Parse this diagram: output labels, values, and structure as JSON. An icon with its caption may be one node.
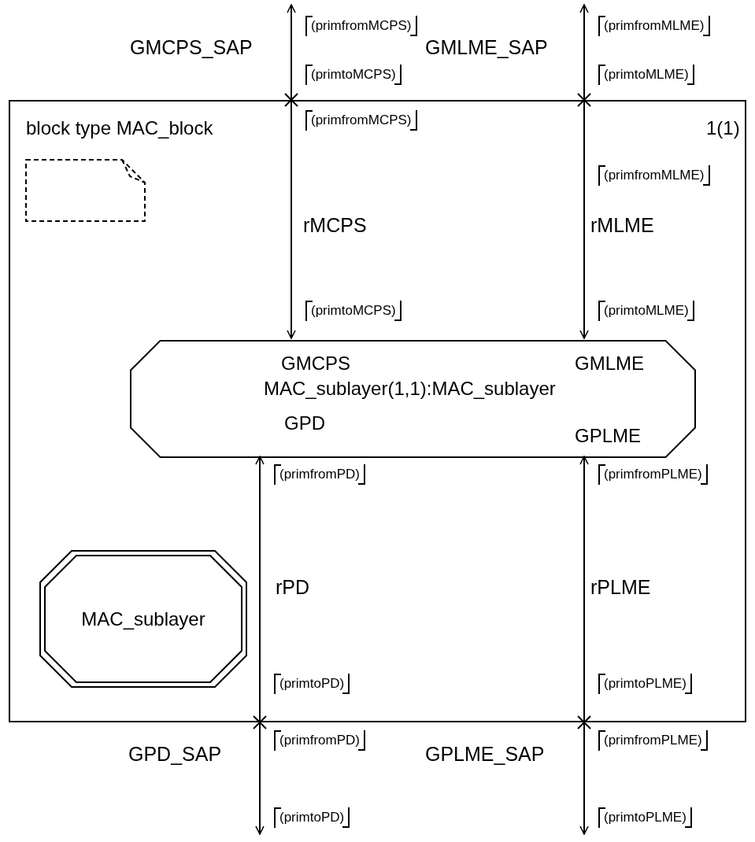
{
  "diagram": {
    "nodes": [
      {
        "text": [
          "block type MAC_block",
          "1(1)"
        ]
      },
      {
        "text": [],
        "shape": "note",
        "in": 0
      },
      {
        "text": [
          "GMCPS",
          "GMLME",
          "MAC_sublayer(1,1):MAC_sublayer",
          "GPD",
          "GPLME"
        ],
        "in": 0
      },
      {
        "text": [
          "MAC_sublayer"
        ],
        "in": 0
      }
    ],
    "edges": [
      {
        "from": 0,
        "to": null,
        "arrow": "to",
        "label": "GMCPS_SAP"
      },
      {
        "from": 0,
        "to": null,
        "arrow": "to",
        "label": "GMLME_SAP"
      },
      {
        "from": 0,
        "to": 2,
        "arrow": "to",
        "label": "rMCPS"
      },
      {
        "from": 0,
        "to": 2,
        "arrow": "to",
        "label": "rMLME"
      },
      {
        "from": 0,
        "to": 2,
        "arrow": "to",
        "label": "rPD"
      },
      {
        "from": 0,
        "to": 2,
        "arrow": "to",
        "label": "rPLME"
      },
      {
        "from": 0,
        "to": null,
        "arrow": "to",
        "label": "GPD_SAP"
      },
      {
        "from": 0,
        "to": null,
        "arrow": "to",
        "label": "GPLME_SAP"
      }
    ],
    "labels": [
      "(primfromMCPS)",
      "(primfromMLME)",
      "(primtoMCPS)",
      "(primtoMLME)",
      "(primfromMCPS)",
      "(primfromMLME)",
      "(primtoMCPS)",
      "(primtoMLME)",
      "(primfromPD)",
      "(primfromPLME)",
      "(primtoPD)",
      "(primtoPLME)",
      "(primfromPD)",
      "(primfromPLME)",
      "(primtoPD)",
      "(primtoPLME)"
    ]
  }
}
